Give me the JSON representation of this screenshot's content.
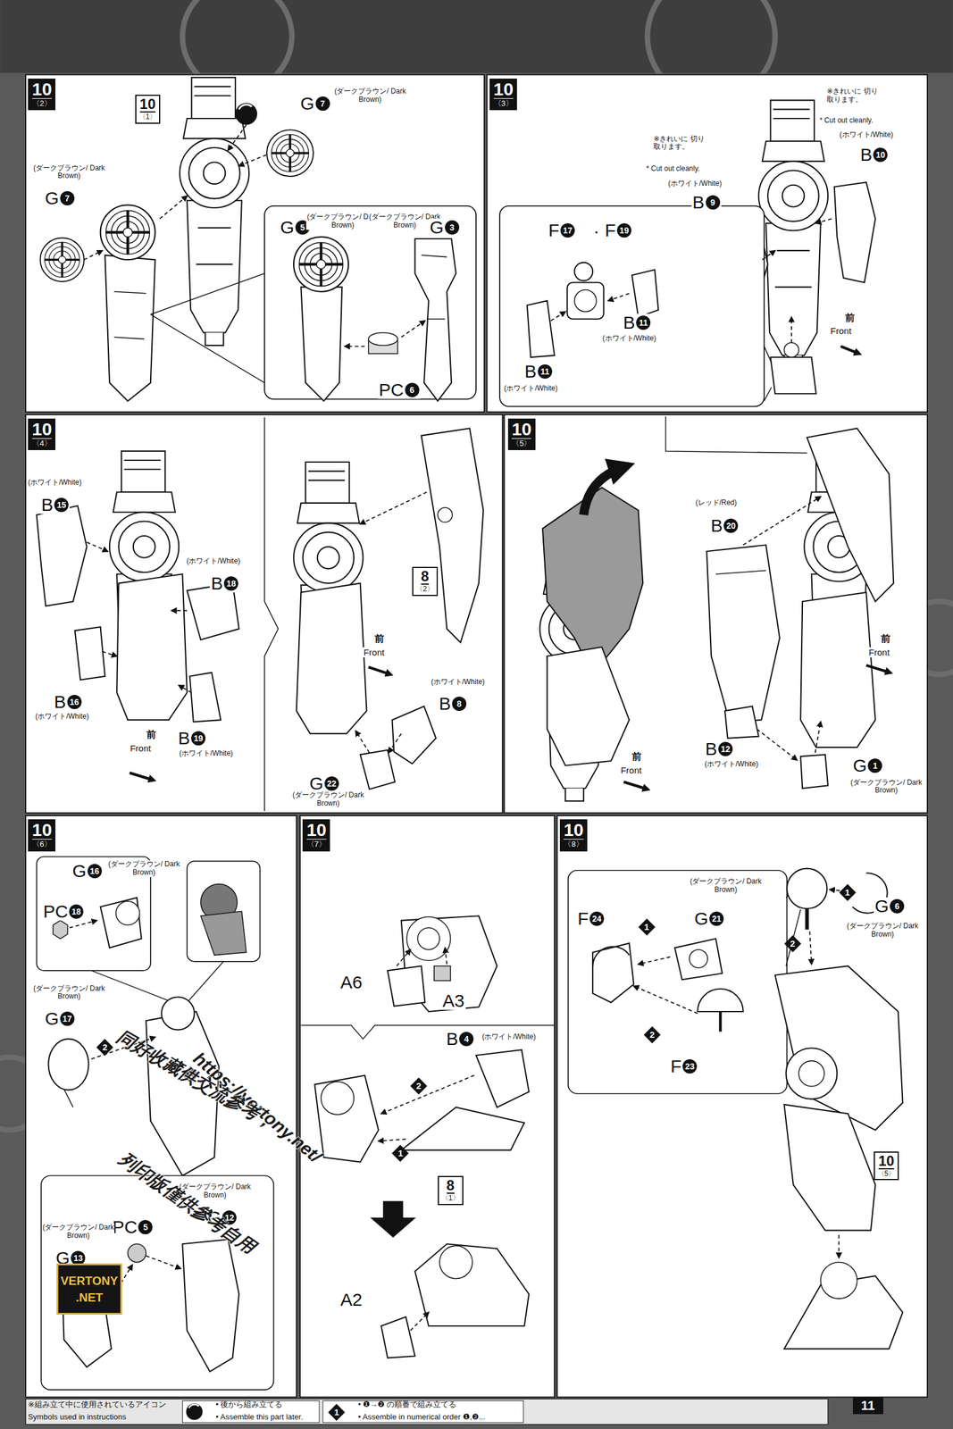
{
  "diagram": {
    "nodes": [
      {
        "text": [
          "10",
          "〈2〉"
        ]
      },
      {
        "text": [
          "10",
          "〈1〉"
        ]
      },
      {
        "text": [
          "10",
          "〈3〉"
        ]
      },
      {
        "text": [
          "10",
          "〈4〉"
        ]
      },
      {
        "text": [
          "8",
          "〈2〉"
        ]
      },
      {
        "text": [
          "10",
          "〈5〉"
        ]
      },
      {
        "text": [
          "10",
          "〈6〉"
        ]
      },
      {
        "text": [
          "10",
          "〈7〉"
        ]
      },
      {
        "text": [
          "8",
          "〈1〉"
        ]
      },
      {
        "text": [
          "10",
          "〈8〉"
        ]
      },
      {
        "text": [
          "10",
          "〈5〉"
        ]
      }
    ],
    "labels": [
      "G",
      "7",
      "(ダークブラウン/ Dark Brown)",
      "(ダークブラウン/ Dark Brown)",
      "G",
      "7",
      "G",
      "5",
      "(ダークブラウン/ Dark Brown)",
      "(ダークブラウン/ Dark Brown)",
      "G",
      "3",
      "PC",
      "6",
      "※きれいに 切り取ります。",
      "* Cut out cleanly.",
      "(ホワイト/White)",
      "B",
      "10",
      "※きれいに 切り取ります。",
      "* Cut out cleanly.",
      "(ホワイト/White)",
      "B",
      "9",
      "F",
      "17",
      "・",
      "F",
      "19",
      "B",
      "11",
      "(ホワイト/White)",
      "B",
      "11",
      "(ホワイト/White)",
      "前",
      "Front",
      "(ホワイト/White)",
      "B",
      "15",
      "(ホワイト/White)",
      "B",
      "18",
      "B",
      "16",
      "(ホワイト/White)",
      "前",
      "Front",
      "B",
      "19",
      "(ホワイト/White)",
      "前",
      "Front",
      "(ホワイト/White)",
      "B",
      "8",
      "G",
      "22",
      "(ダークブラウン/ Dark Brown)",
      "(レッド/Red)",
      "B",
      "20",
      "前",
      "Front",
      "前",
      "Front",
      "B",
      "12",
      "(ホワイト/White)",
      "G",
      "1",
      "(ダークブラウン/ Dark Brown)",
      "G",
      "16",
      "(ダークブラウン/ Dark Brown)",
      "PC",
      "18",
      "(ダークブラウン/ Dark Brown)",
      "G",
      "17",
      "2",
      "1",
      "(ダークブラウン/ Dark Brown)",
      "G",
      "12",
      "PC",
      "5",
      "(ダークブラウン/ Dark Brown)",
      "G",
      "13",
      "A6",
      "A3",
      "B",
      "4",
      "(ホワイト/White)",
      "2",
      "1",
      "A2",
      "1",
      "G",
      "6",
      "(ダークブラウン/ Dark Brown)",
      "2",
      "(ダークブラウン/ Dark Brown)",
      "G",
      "21",
      "F",
      "24",
      "1",
      "2",
      "F",
      "23",
      "https://vertony.net/",
      "同好收藏供交流參考，",
      "列印版僅供參考自用",
      "VERTONY .NET",
      "※組み立て中に使用されているアイコン",
      "Symbols used in instructions",
      "1",
      "11"
    ],
    "legend": [
      {
        "text": "• 後から組み立てる"
      },
      {
        "text": "• Assemble this part later."
      },
      {
        "text": "• ❶→❷ の順番で組み立てる"
      },
      {
        "text": "• Assemble in numerical order ❶,❷..."
      }
    ]
  }
}
